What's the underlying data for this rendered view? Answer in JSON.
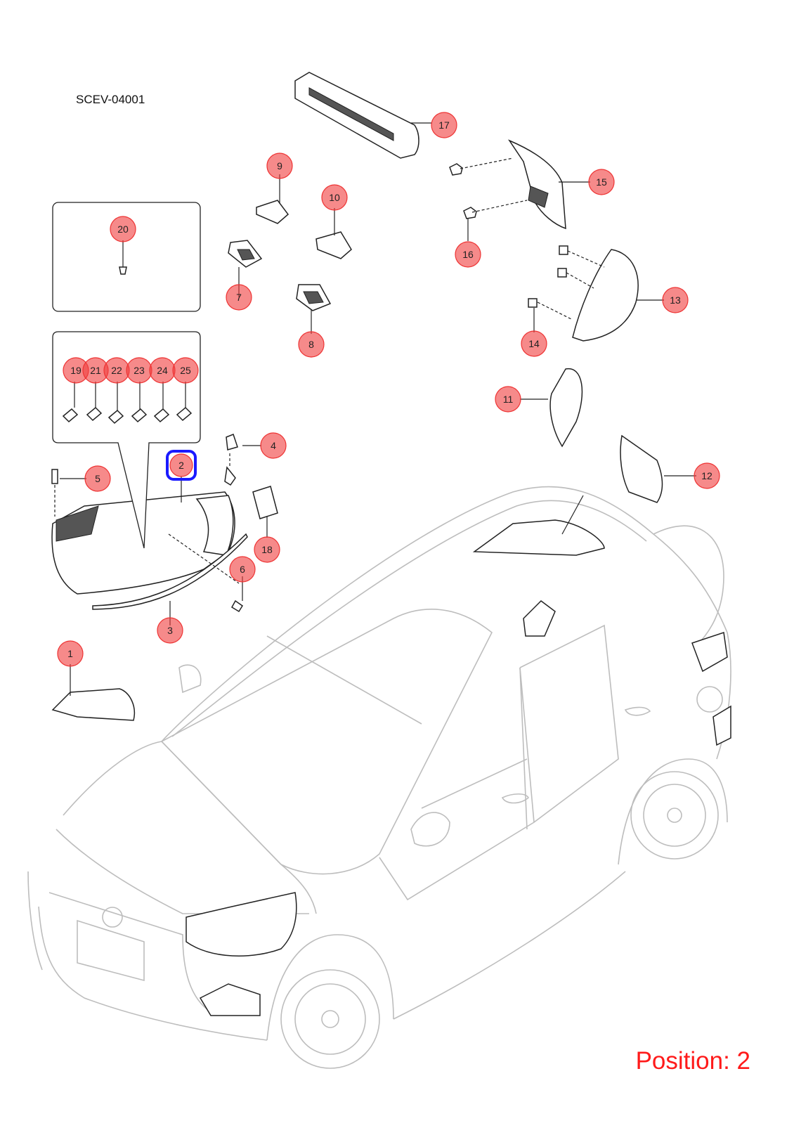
{
  "header": {
    "diagram_code": "SCEV-04001"
  },
  "footer": {
    "position_text": "Position: 2"
  },
  "colors": {
    "callout_fill": "#f06060",
    "highlight": "#1a1aff",
    "position_text": "#ff1a1a"
  },
  "callouts": [
    {
      "label": "1",
      "selected": false
    },
    {
      "label": "2",
      "selected": true
    },
    {
      "label": "3",
      "selected": false
    },
    {
      "label": "4",
      "selected": false
    },
    {
      "label": "5",
      "selected": false
    },
    {
      "label": "6",
      "selected": false
    },
    {
      "label": "7",
      "selected": false
    },
    {
      "label": "8",
      "selected": false
    },
    {
      "label": "9",
      "selected": false
    },
    {
      "label": "10",
      "selected": false
    },
    {
      "label": "11",
      "selected": false
    },
    {
      "label": "12",
      "selected": false
    },
    {
      "label": "13",
      "selected": false
    },
    {
      "label": "14",
      "selected": false
    },
    {
      "label": "15",
      "selected": false
    },
    {
      "label": "16",
      "selected": false
    },
    {
      "label": "17",
      "selected": false
    },
    {
      "label": "18",
      "selected": false
    },
    {
      "label": "19",
      "selected": false
    },
    {
      "label": "20",
      "selected": false
    },
    {
      "label": "21",
      "selected": false
    },
    {
      "label": "22",
      "selected": false
    },
    {
      "label": "23",
      "selected": false
    },
    {
      "label": "24",
      "selected": false
    },
    {
      "label": "25",
      "selected": false
    }
  ]
}
